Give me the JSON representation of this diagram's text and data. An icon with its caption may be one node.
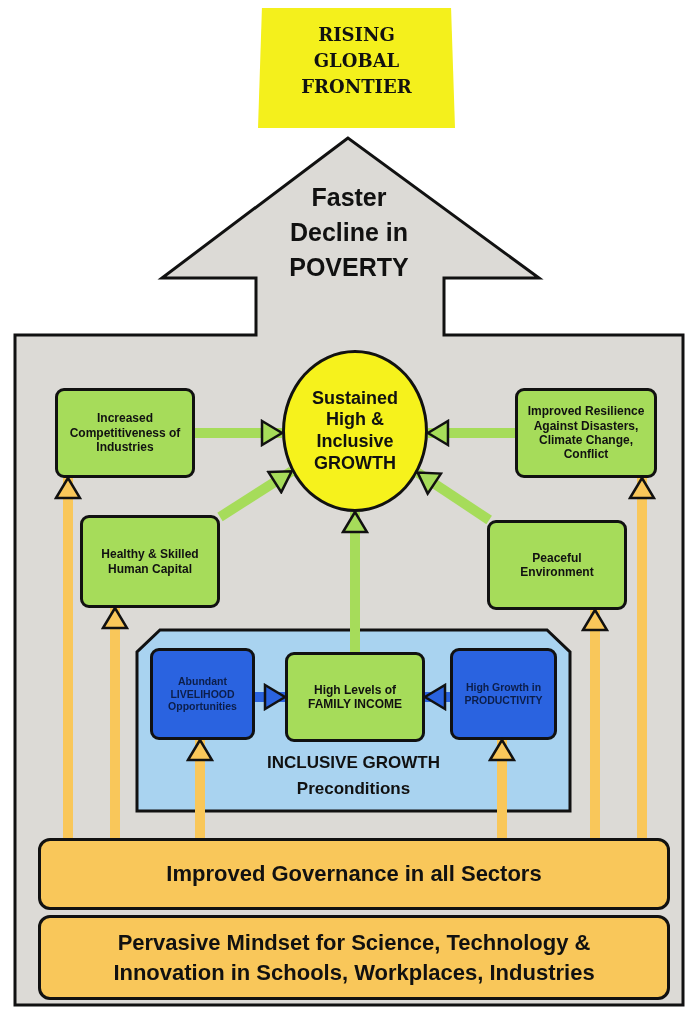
{
  "diagram": {
    "nodes": [
      {
        "text": [
          "RISING GLOBAL FRONTIER"
        ]
      },
      {
        "text": [
          "Faster Decline in POVERTY"
        ]
      },
      {
        "text": [
          "Sustained High & Inclusive GROWTH"
        ],
        "in": 1
      },
      {
        "text": [
          "Increased Competitiveness of Industries"
        ],
        "in": 1
      },
      {
        "text": [
          "Improved Resilience Against Disasters, Climate Change, Conflict"
        ],
        "in": 1
      },
      {
        "text": [
          "Healthy & Skilled Human Capital"
        ],
        "in": 1
      },
      {
        "text": [
          "Peaceful Environment"
        ],
        "in": 1
      },
      {
        "text": [
          "INCLUSIVE GROWTH Preconditions"
        ],
        "in": 1
      },
      {
        "text": [
          "Abundant LIVELIHOOD Opportunities"
        ],
        "in": 7
      },
      {
        "text": [
          "High Levels of FAMILY INCOME"
        ],
        "in": 7
      },
      {
        "text": [
          "High Growth in PRODUCTIVITY"
        ],
        "in": 7
      },
      {
        "text": [
          "Improved Governance in all Sectors"
        ],
        "in": 1
      },
      {
        "text": [
          "Pervasive Mindset for Science, Technology & Innovation in Schools, Workplaces, Industries"
        ],
        "in": 1
      }
    ],
    "edges": [
      {
        "from": 3,
        "to": 2,
        "arrow": "to",
        "color": "#a6dc5a"
      },
      {
        "from": 4,
        "to": 2,
        "arrow": "to",
        "color": "#a6dc5a"
      },
      {
        "from": 5,
        "to": 2,
        "arrow": "to",
        "color": "#a6dc5a"
      },
      {
        "from": 6,
        "to": 2,
        "arrow": "to",
        "color": "#a6dc5a"
      },
      {
        "from": 9,
        "to": 2,
        "arrow": "to",
        "color": "#a6dc5a"
      },
      {
        "from": 8,
        "to": 9,
        "arrow": "to",
        "color": "#2a63e0"
      },
      {
        "from": 10,
        "to": 9,
        "arrow": "to",
        "color": "#2a63e0"
      },
      {
        "from": 11,
        "to": 3,
        "arrow": "to"
      },
      {
        "from": 11,
        "to": 5,
        "arrow": "to"
      },
      {
        "from": 11,
        "to": 8,
        "arrow": "to"
      },
      {
        "from": 11,
        "to": 10,
        "arrow": "to"
      },
      {
        "from": 11,
        "to": 6,
        "arrow": "to"
      },
      {
        "from": 11,
        "to": 4,
        "arrow": "to"
      }
    ]
  }
}
